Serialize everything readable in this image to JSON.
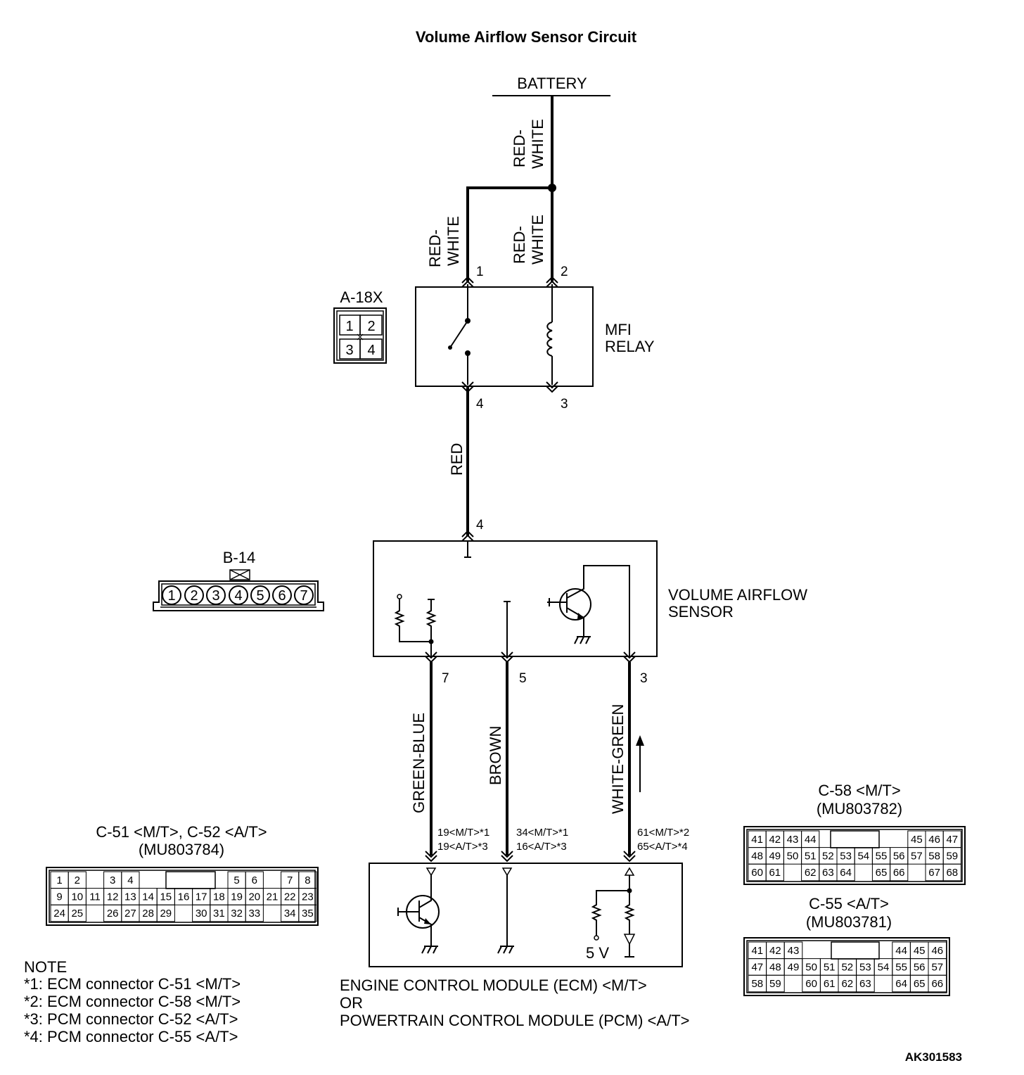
{
  "title": "Volume Airflow Sensor Circuit",
  "battery_label": "BATTERY",
  "wires": {
    "battery_feed": [
      "RED-",
      "WHITE"
    ],
    "relay_pin1": [
      "RED-",
      "WHITE"
    ],
    "relay_pin2": [
      "RED-",
      "WHITE"
    ],
    "relay_to_sensor": "RED",
    "pin7": "GREEN-BLUE",
    "pin5": "BROWN",
    "pin3": "WHITE-GREEN"
  },
  "relay": {
    "label_line1": "MFI",
    "label_line2": "RELAY",
    "pins": {
      "p1": "1",
      "p2": "2",
      "p3": "3",
      "p4": "4"
    }
  },
  "sensor": {
    "label_line1": "VOLUME AIRFLOW",
    "label_line2": "SENSOR",
    "pins": {
      "p4": "4",
      "p7": "7",
      "p5": "5",
      "p3": "3"
    }
  },
  "ecm_pins": {
    "green_blue": [
      "19<M/T>*1",
      "19<A/T>*3"
    ],
    "brown": [
      "34<M/T>*1",
      "16<A/T>*3"
    ],
    "white_green": [
      "61<M/T>*2",
      "65<A/T>*4"
    ],
    "voltage": "5 V"
  },
  "ecm": {
    "line1": "ENGINE CONTROL MODULE (ECM) <M/T>",
    "line2": "OR",
    "line3": "POWERTRAIN CONTROL MODULE (PCM) <A/T>"
  },
  "connectors": {
    "a18x": {
      "name": "A-18X",
      "cells": [
        "1",
        "2",
        "3",
        "4"
      ]
    },
    "b14": {
      "name": "B-14",
      "pins": [
        "1",
        "2",
        "3",
        "4",
        "5",
        "6",
        "7"
      ]
    },
    "c51": {
      "name_line1": "C-51 <M/T>, C-52 <A/T>",
      "name_line2": "(MU803784)",
      "rows": [
        [
          "1",
          "2",
          "",
          "3",
          "4",
          "",
          "",
          "",
          "",
          "",
          "5",
          "6",
          "",
          "7",
          "8"
        ],
        [
          "9",
          "10",
          "11",
          "12",
          "13",
          "14",
          "15",
          "16",
          "17",
          "18",
          "19",
          "20",
          "21",
          "22",
          "23"
        ],
        [
          "24",
          "25",
          "",
          "26",
          "27",
          "28",
          "29",
          "",
          "30",
          "31",
          "32",
          "33",
          "",
          "34",
          "35"
        ]
      ]
    },
    "c58": {
      "name_line1": "C-58 <M/T>",
      "name_line2": "(MU803782)",
      "rows": [
        [
          "41",
          "42",
          "43",
          "44",
          "",
          "",
          "",
          "",
          "",
          "45",
          "46",
          "47"
        ],
        [
          "48",
          "49",
          "50",
          "51",
          "52",
          "53",
          "54",
          "55",
          "56",
          "57",
          "58",
          "59"
        ],
        [
          "60",
          "61",
          "",
          "62",
          "63",
          "64",
          "",
          "65",
          "66",
          "",
          "67",
          "68"
        ]
      ]
    },
    "c55": {
      "name_line1": "C-55 <A/T>",
      "name_line2": "(MU803781)",
      "rows": [
        [
          "41",
          "42",
          "43",
          "",
          "",
          "",
          "",
          "",
          "44",
          "45",
          "46"
        ],
        [
          "47",
          "48",
          "49",
          "50",
          "51",
          "52",
          "53",
          "54",
          "55",
          "56",
          "57"
        ],
        [
          "58",
          "59",
          "",
          "60",
          "61",
          "62",
          "63",
          "",
          "64",
          "65",
          "66"
        ]
      ]
    }
  },
  "notes": {
    "heading": "NOTE",
    "items": [
      "*1: ECM connector C-51 <M/T>",
      "*2: ECM connector C-58 <M/T>",
      "*3: PCM connector C-52 <A/T>",
      "*4: PCM connector C-55 <A/T>"
    ]
  },
  "figure_id": "AK301583"
}
